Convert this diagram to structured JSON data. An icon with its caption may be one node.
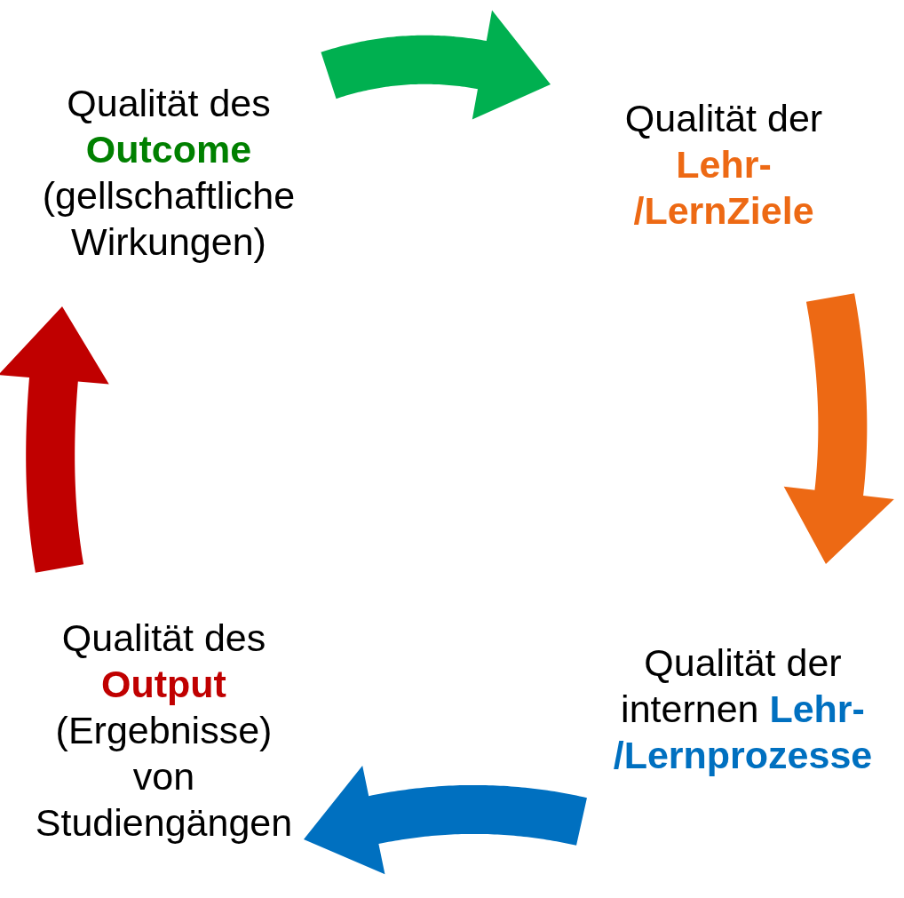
{
  "diagram": {
    "nodes": [
      {
        "text": [
          "Qualität des **Outcome** (gellschaftliche Wirkungen)"
        ]
      },
      {
        "text": [
          "Qualität der **Lehr- /LernZiele**"
        ]
      },
      {
        "text": [
          "Qualität der internen **Lehr- /Lernprozesse**"
        ]
      },
      {
        "text": [
          "Qualität des **Output** (Ergebnisse) von Studiengängen"
        ]
      }
    ],
    "edges": [
      {
        "from": 0,
        "to": 1,
        "arrow": "to",
        "style": "thick",
        "color": "#00b050"
      },
      {
        "from": 1,
        "to": 2,
        "arrow": "to",
        "style": "thick",
        "color": "#ed6914"
      },
      {
        "from": 2,
        "to": 3,
        "arrow": "to",
        "style": "thick",
        "color": "#0070c0"
      },
      {
        "from": 3,
        "to": 0,
        "arrow": "to",
        "style": "thick",
        "color": "#c00000"
      }
    ]
  }
}
